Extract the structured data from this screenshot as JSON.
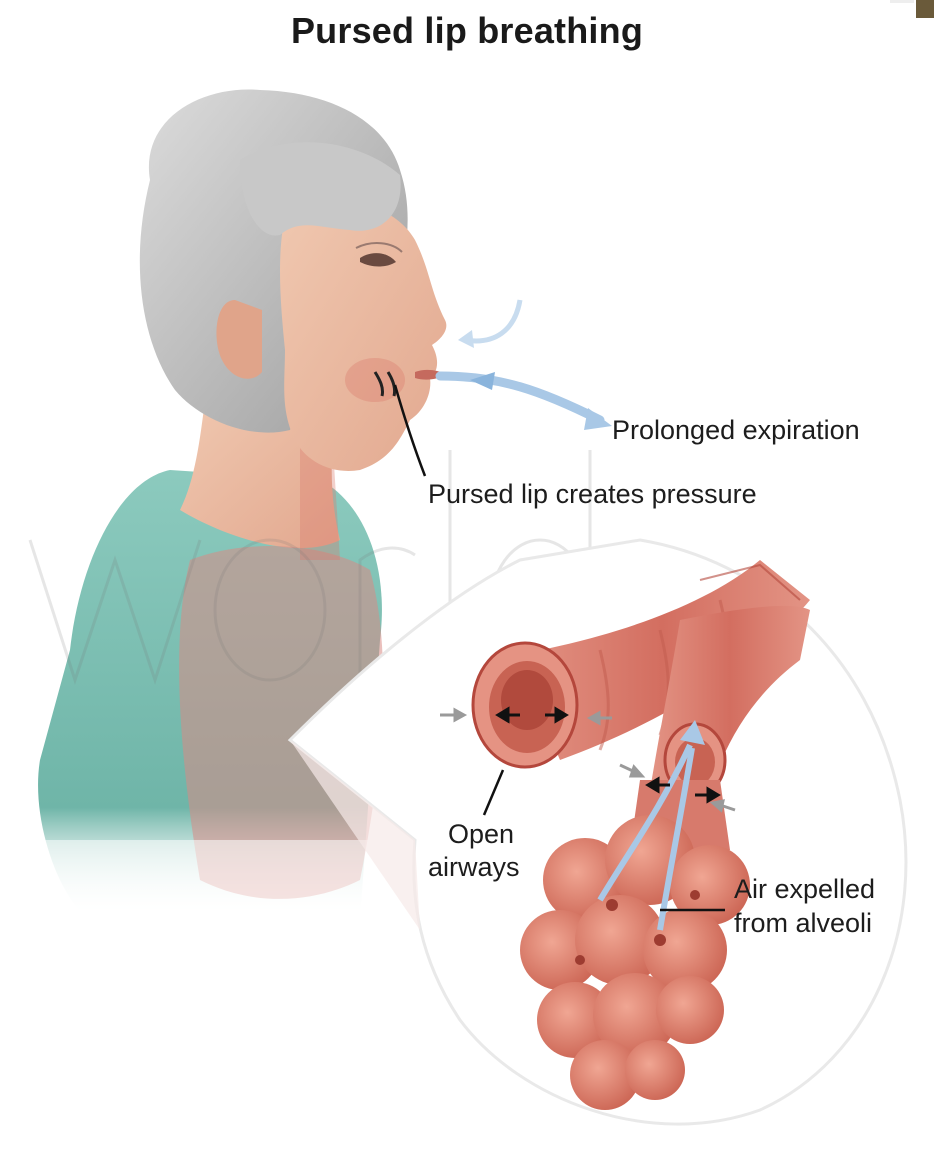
{
  "title": "Pursed lip breathing",
  "labels": {
    "prolonged_expiration": "Prolonged expiration",
    "pursed_lip_pressure": "Pursed lip creates pressure",
    "open_airways_1": "Open",
    "open_airways_2": "airways",
    "air_expelled_1": "Air expelled",
    "air_expelled_2": "from alveoli"
  },
  "colors": {
    "skin": "#e9b79e",
    "hair": "#b9b9b9",
    "shirt": "#79bdb0",
    "lung_overlay": "#d98a85",
    "airway": "#d9786a",
    "airway_dark": "#b4473c",
    "air_arrow": "#a9c8e6"
  },
  "icons": {
    "corner": "corner-tab-icon"
  }
}
